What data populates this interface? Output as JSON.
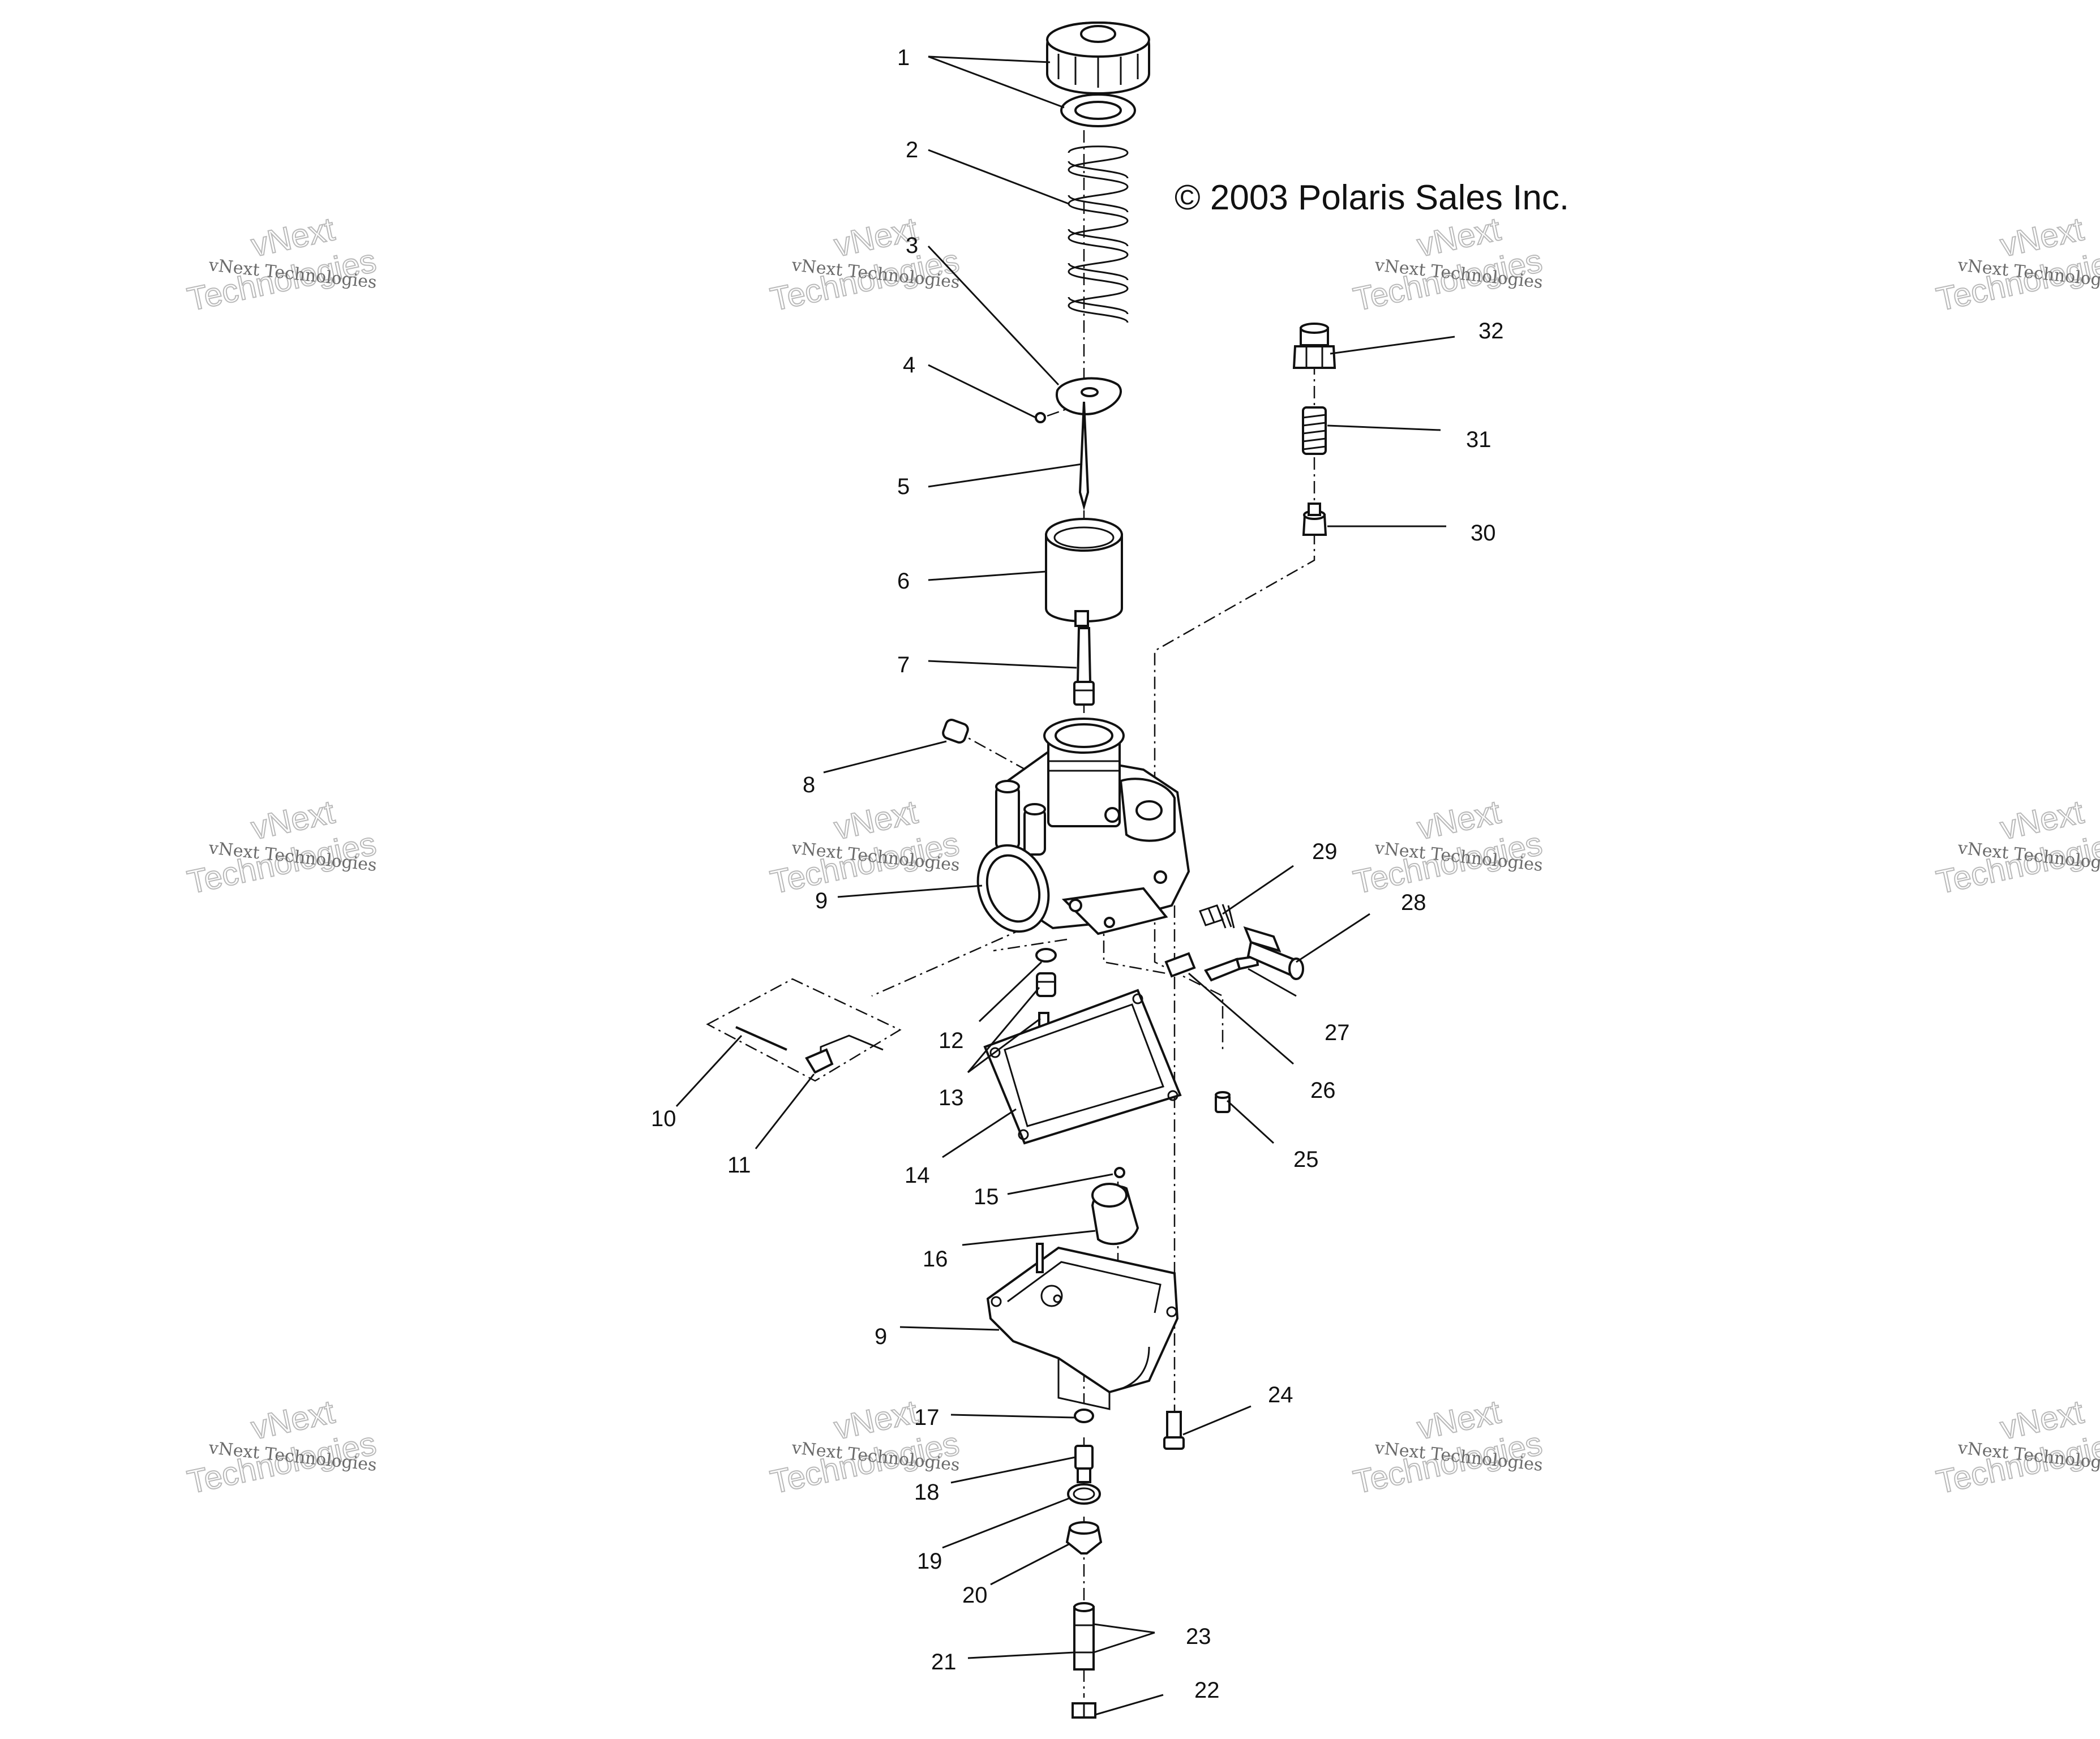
{
  "copyright": "© 2003 Polaris Sales Inc.",
  "watermark": {
    "line1": "vNext Technologies",
    "line2": "vNext",
    "line3": "Technologies"
  },
  "callouts": [
    "1",
    "2",
    "3",
    "4",
    "5",
    "6",
    "7",
    "8",
    "9",
    "9",
    "10",
    "11",
    "12",
    "13",
    "14",
    "15",
    "16",
    "17",
    "18",
    "19",
    "20",
    "21",
    "22",
    "23",
    "24",
    "25",
    "26",
    "27",
    "28",
    "29",
    "30",
    "31",
    "32"
  ]
}
